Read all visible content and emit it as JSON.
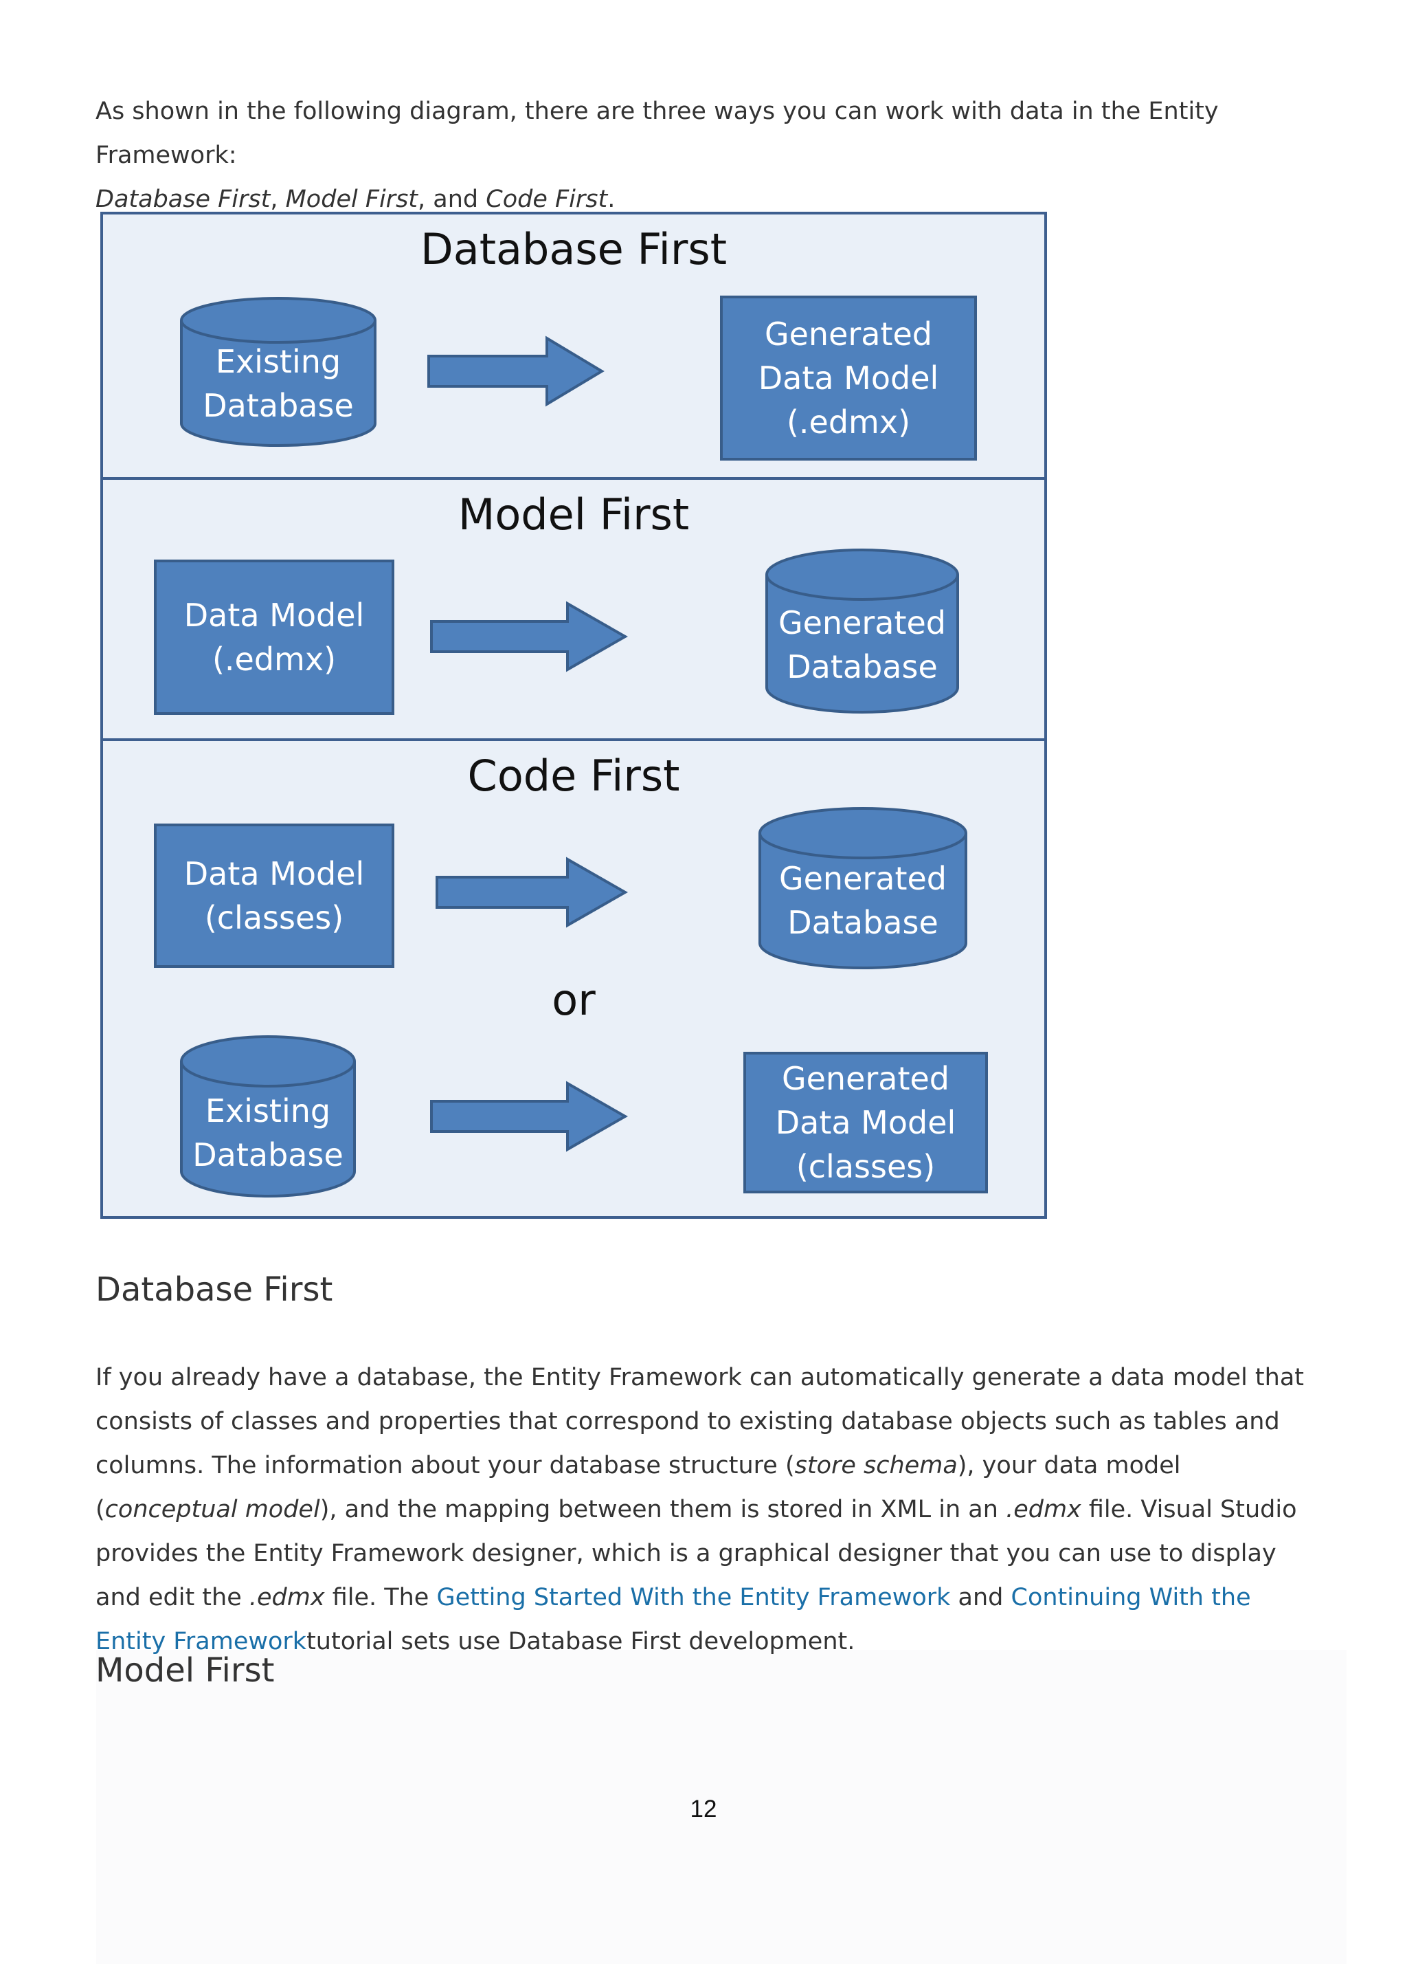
{
  "intro": {
    "line1": "As shown in the following diagram, there are three ways you can work with data in the Entity Framework:",
    "term1": "Database First",
    "sep1": ", ",
    "term2": "Model First",
    "sep2": ", and ",
    "term3": "Code First",
    "end": "."
  },
  "diagram": {
    "database_first": {
      "title": "Database First",
      "source": "Existing\nDatabase",
      "target": "Generated\nData Model\n(.edmx)"
    },
    "model_first": {
      "title": "Model First",
      "source": "Data Model\n(.edmx)",
      "target": "Generated\nDatabase"
    },
    "code_first": {
      "title": "Code First",
      "source1": "Data Model\n(classes)",
      "target1": "Generated\nDatabase",
      "or": "or",
      "source2": "Existing\nDatabase",
      "target2": "Generated\nData Model\n(classes)"
    },
    "colors": {
      "box_fill": "#4f81bd",
      "box_border": "#385d8a",
      "band_fill": "#eaf0f8",
      "frame": "#3e5f8f"
    }
  },
  "section1": {
    "heading": "Database First",
    "p1": "If you already have a database, the Entity Framework can automatically generate a data model that consists of classes and properties that correspond to existing database objects such as tables and columns. The information about your database structure (",
    "i1": "store schema",
    "p2": "), your data model (",
    "i2": "conceptual model",
    "p3": "), and the mapping between them is stored in XML in an ",
    "i3": ".edmx",
    "p4": " file. Visual Studio provides the Entity Framework designer, which is a graphical designer that you can use to display and edit the ",
    "i4": ".edmx",
    "p5": " file. The ",
    "link1": "Getting Started With the Entity Framework",
    "p6": " and ",
    "link2": "Continuing With the Entity Framework",
    "p7": "tutorial sets use Database First development."
  },
  "section2": {
    "heading": "Model First"
  },
  "page_number": "12"
}
